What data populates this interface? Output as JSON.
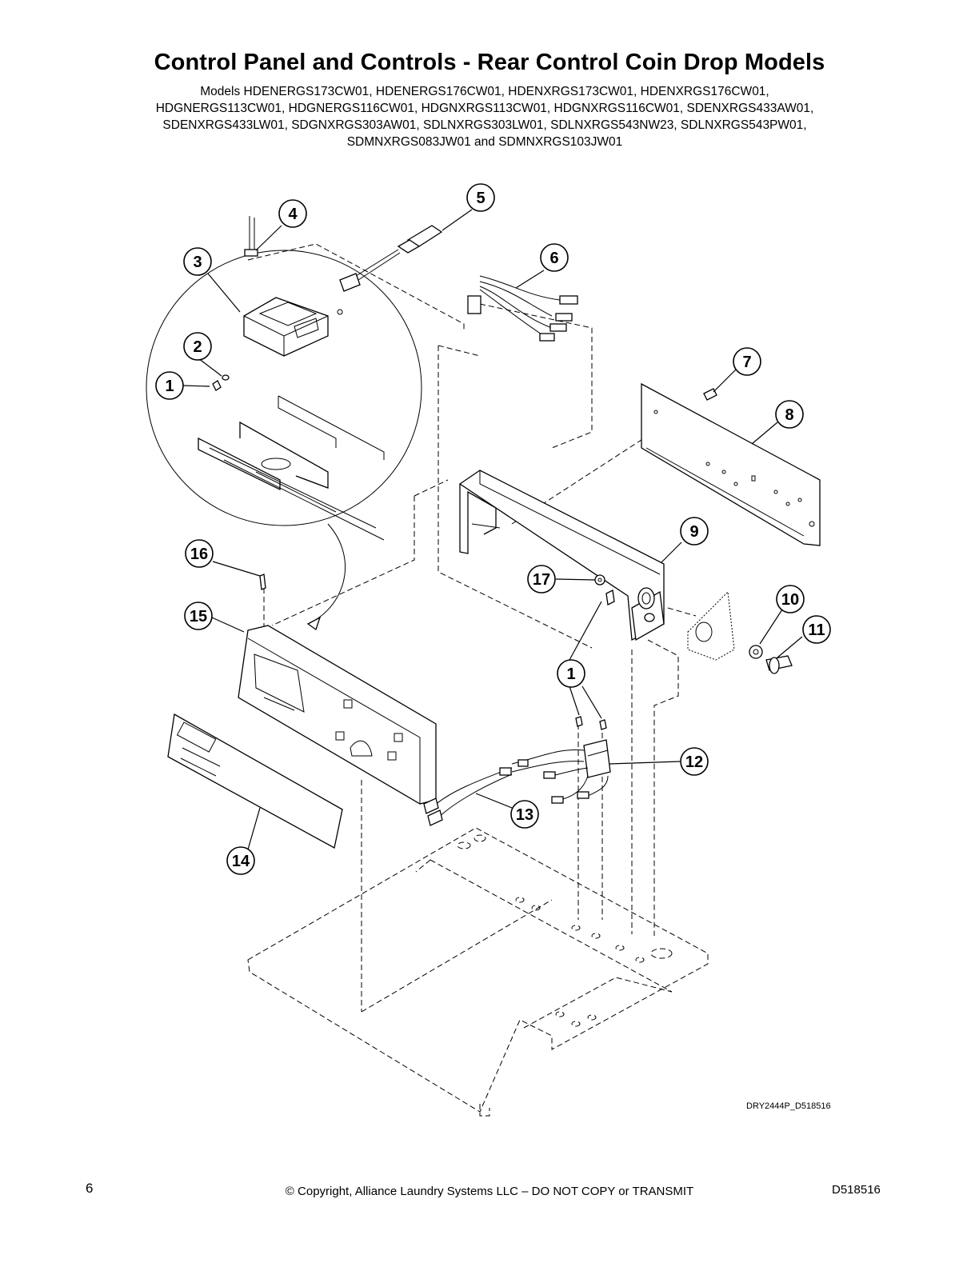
{
  "title": "Control Panel and Controls - Rear Control Coin Drop Models",
  "models": [
    "Models HDENERGS173CW01, HDENERGS176CW01, HDENXRGS173CW01, HDENXRGS176CW01,",
    "HDGNERGS113CW01, HDGNERGS116CW01, HDGNXRGS113CW01, HDGNXRGS116CW01, SDENXRGS433AW01,",
    "SDENXRGS433LW01, SDGNXRGS303AW01, SDLNXRGS303LW01, SDLNXRGS543NW23, SDLNXRGS543PW01,",
    "SDMNXRGS083JW01 and SDMNXRGS103JW01"
  ],
  "callouts": {
    "c1a": "1",
    "c1b": "1",
    "c2": "2",
    "c3": "3",
    "c4": "4",
    "c5": "5",
    "c6": "6",
    "c7": "7",
    "c8": "8",
    "c9": "9",
    "c10": "10",
    "c11": "11",
    "c12": "12",
    "c13": "13",
    "c14": "14",
    "c15": "15",
    "c16": "16",
    "c17": "17"
  },
  "figure_id": "DRY2444P_D518516",
  "footer": {
    "page": "6",
    "copyright": "© Copyright, Alliance Laundry Systems LLC – DO NOT COPY or TRANSMIT",
    "doc_number": "D518516"
  }
}
